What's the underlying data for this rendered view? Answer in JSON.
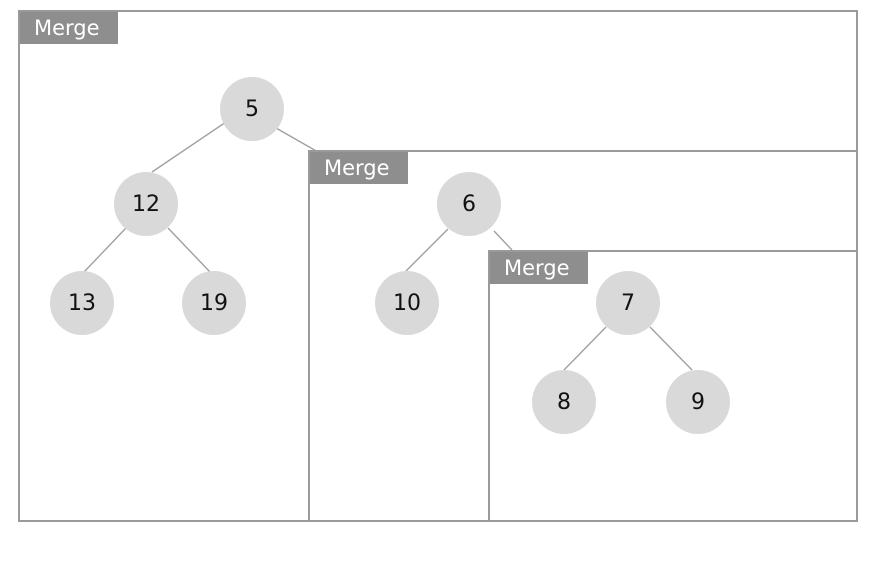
{
  "panels": [
    {
      "label": "Merge"
    },
    {
      "label": "Merge"
    },
    {
      "label": "Merge"
    }
  ],
  "nodes": {
    "n5": "5",
    "n12": "12",
    "n13": "13",
    "n19": "19",
    "n6": "6",
    "n10": "10",
    "n7": "7",
    "n8": "8",
    "n9": "9"
  }
}
